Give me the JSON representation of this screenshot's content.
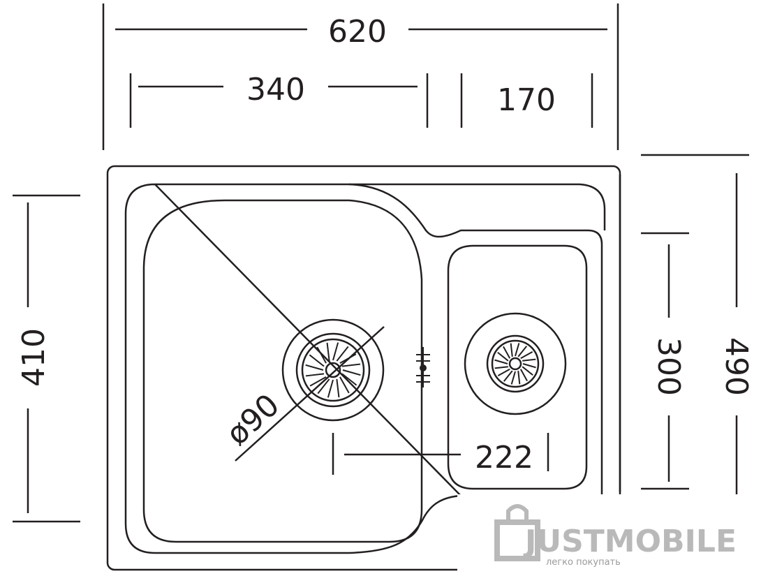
{
  "dimensions": {
    "total_width": "620",
    "left_bowl_width": "340",
    "right_bowl_width": "170",
    "left_height": "410",
    "right_small_height": "300",
    "right_total_height": "490",
    "drain_diameter": "ø90",
    "drain_spacing": "222"
  },
  "watermark": {
    "logo_text": "JUSTMOBILE",
    "tagline": "легко покупать"
  },
  "colors": {
    "line": "#231f20",
    "watermark": "#b9b9b9"
  }
}
